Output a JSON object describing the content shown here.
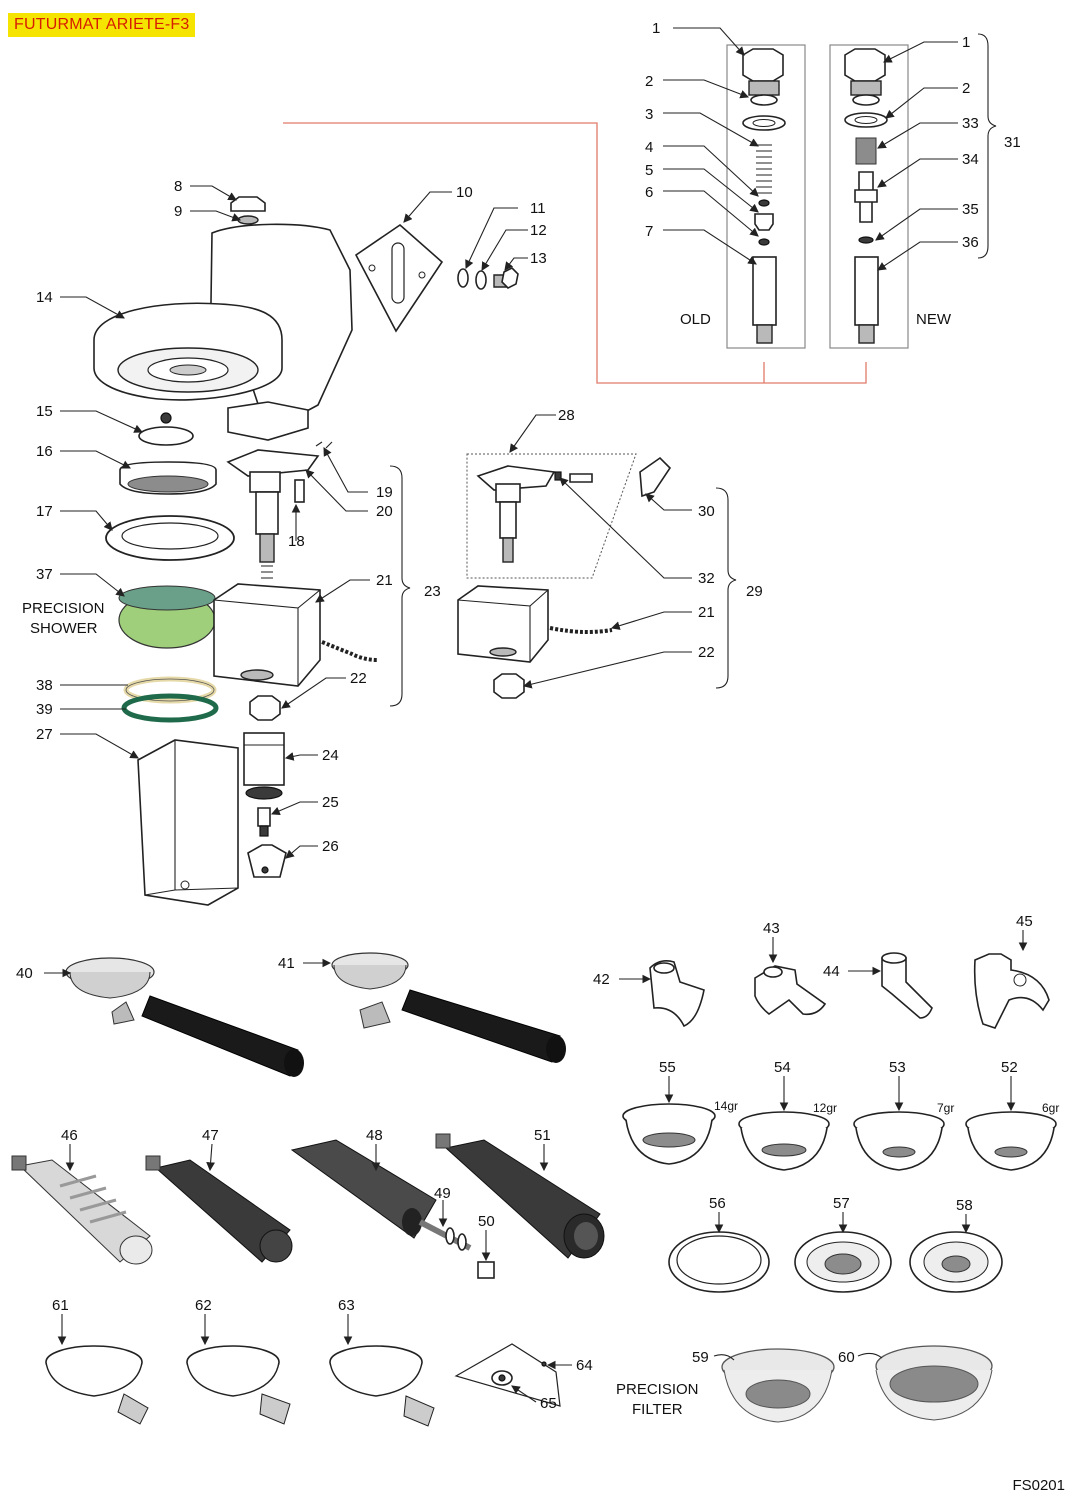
{
  "header": {
    "title": "FUTURMAT ARIETE-F3"
  },
  "footer": {
    "code": "FS0201"
  },
  "captions": {
    "old": "OLD",
    "new": "NEW",
    "precision_shower_1": "PRECISION",
    "precision_shower_2": "SHOWER",
    "precision_filter_1": "PRECISION",
    "precision_filter_2": "FILTER"
  },
  "filter_sizes": {
    "p55": "14gr",
    "p54": "12gr",
    "p53": "7gr",
    "p52": "6gr"
  },
  "colors": {
    "title_bg": "#f5e400",
    "title_text": "#d81e00",
    "link_line": "#e07b6a",
    "shower_green": "#9fcf7a",
    "gasket_green": "#1f6a4a",
    "gasket_tan": "#e6d9a8"
  },
  "labels": {
    "n1": "1",
    "n2": "2",
    "n3": "3",
    "n4": "4",
    "n5": "5",
    "n6": "6",
    "n7": "7",
    "n8": "8",
    "n9": "9",
    "n10": "10",
    "n11": "11",
    "n12": "12",
    "n13": "13",
    "n14": "14",
    "n15": "15",
    "n16": "16",
    "n17": "17",
    "n18": "18",
    "n19": "19",
    "n20": "20",
    "n21": "21",
    "n22": "22",
    "n23": "23",
    "n24": "24",
    "n25": "25",
    "n26": "26",
    "n27": "27",
    "n28": "28",
    "n29": "29",
    "n30": "30",
    "n31": "31",
    "n32": "32",
    "n33": "33",
    "n34": "34",
    "n35": "35",
    "n36": "36",
    "n37": "37",
    "n38": "38",
    "n39": "39",
    "n40": "40",
    "n41": "41",
    "n42": "42",
    "n43": "43",
    "n44": "44",
    "n45": "45",
    "n46": "46",
    "n47": "47",
    "n48": "48",
    "n49": "49",
    "n50": "50",
    "n51": "51",
    "n52": "52",
    "n53": "53",
    "n54": "54",
    "n55": "55",
    "n56": "56",
    "n57": "57",
    "n58": "58",
    "n59": "59",
    "n60": "60",
    "n61": "61",
    "n62": "62",
    "n63": "63",
    "n64": "64",
    "n65": "65"
  }
}
